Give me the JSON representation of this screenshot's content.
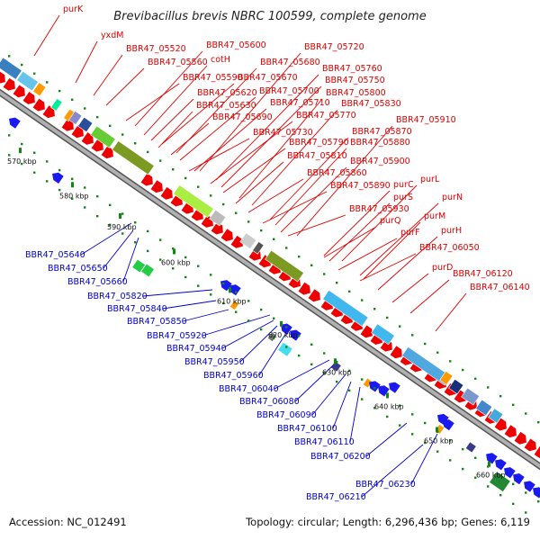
{
  "title": "Brevibacillus brevis NBRC 100599, complete genome",
  "footer": {
    "accession": "Accession: NC_012491",
    "summary": "Topology: circular; Length: 6,296,436 bp; Genes: 6,119"
  },
  "colors": {
    "forward_label": "#dd0000",
    "reverse_label": "#0000cc",
    "forward_arrow": "#ee0000",
    "reverse_arrow": "#1a1aee",
    "tick_mark": "#118811",
    "backbone": "#8a8a8a"
  },
  "tick_labels": [
    "570 kbp",
    "580 kbp",
    "590 kbp",
    "600 kbp",
    "610 kbp",
    "620 kbp",
    "630 kbp",
    "640 kbp",
    "650 kbp",
    "660 kbp"
  ],
  "forward_genes": [
    "purK",
    "yxdM",
    "BBR47_05520",
    "BBR47_05560",
    "BBR47_05600",
    "cotH",
    "BBR47_05590",
    "BBR47_05680",
    "BBR47_05720",
    "BBR47_05670",
    "BBR47_05760",
    "BBR47_05620",
    "BBR47_05700",
    "BBR47_05750",
    "BBR47_05630",
    "BBR47_05710",
    "BBR47_05800",
    "BBR47_05690",
    "BBR47_05770",
    "BBR47_05830",
    "BBR47_05730",
    "BBR47_05870",
    "BBR47_05910",
    "BBR47_05790",
    "BBR47_05880",
    "BBR47_05810",
    "BBR47_05900",
    "BBR47_05860",
    "purL",
    "BBR47_05890",
    "purC",
    "purS",
    "BBR47_05930",
    "purN",
    "purQ",
    "purM",
    "purF",
    "purH",
    "BBR47_06050",
    "purD",
    "BBR47_06120",
    "BBR47_06140"
  ],
  "reverse_genes": [
    "BBR47_05640",
    "BBR47_05650",
    "BBR47_05660",
    "BBR47_05820",
    "BBR47_05840",
    "BBR47_05850",
    "BBR47_05920",
    "BBR47_05940",
    "BBR47_05950",
    "BBR47_05960",
    "BBR47_06040",
    "BBR47_06080",
    "BBR47_06090",
    "BBR47_06100",
    "BBR47_06110",
    "BBR47_06200",
    "BBR47_06230",
    "BBR47_06210"
  ]
}
